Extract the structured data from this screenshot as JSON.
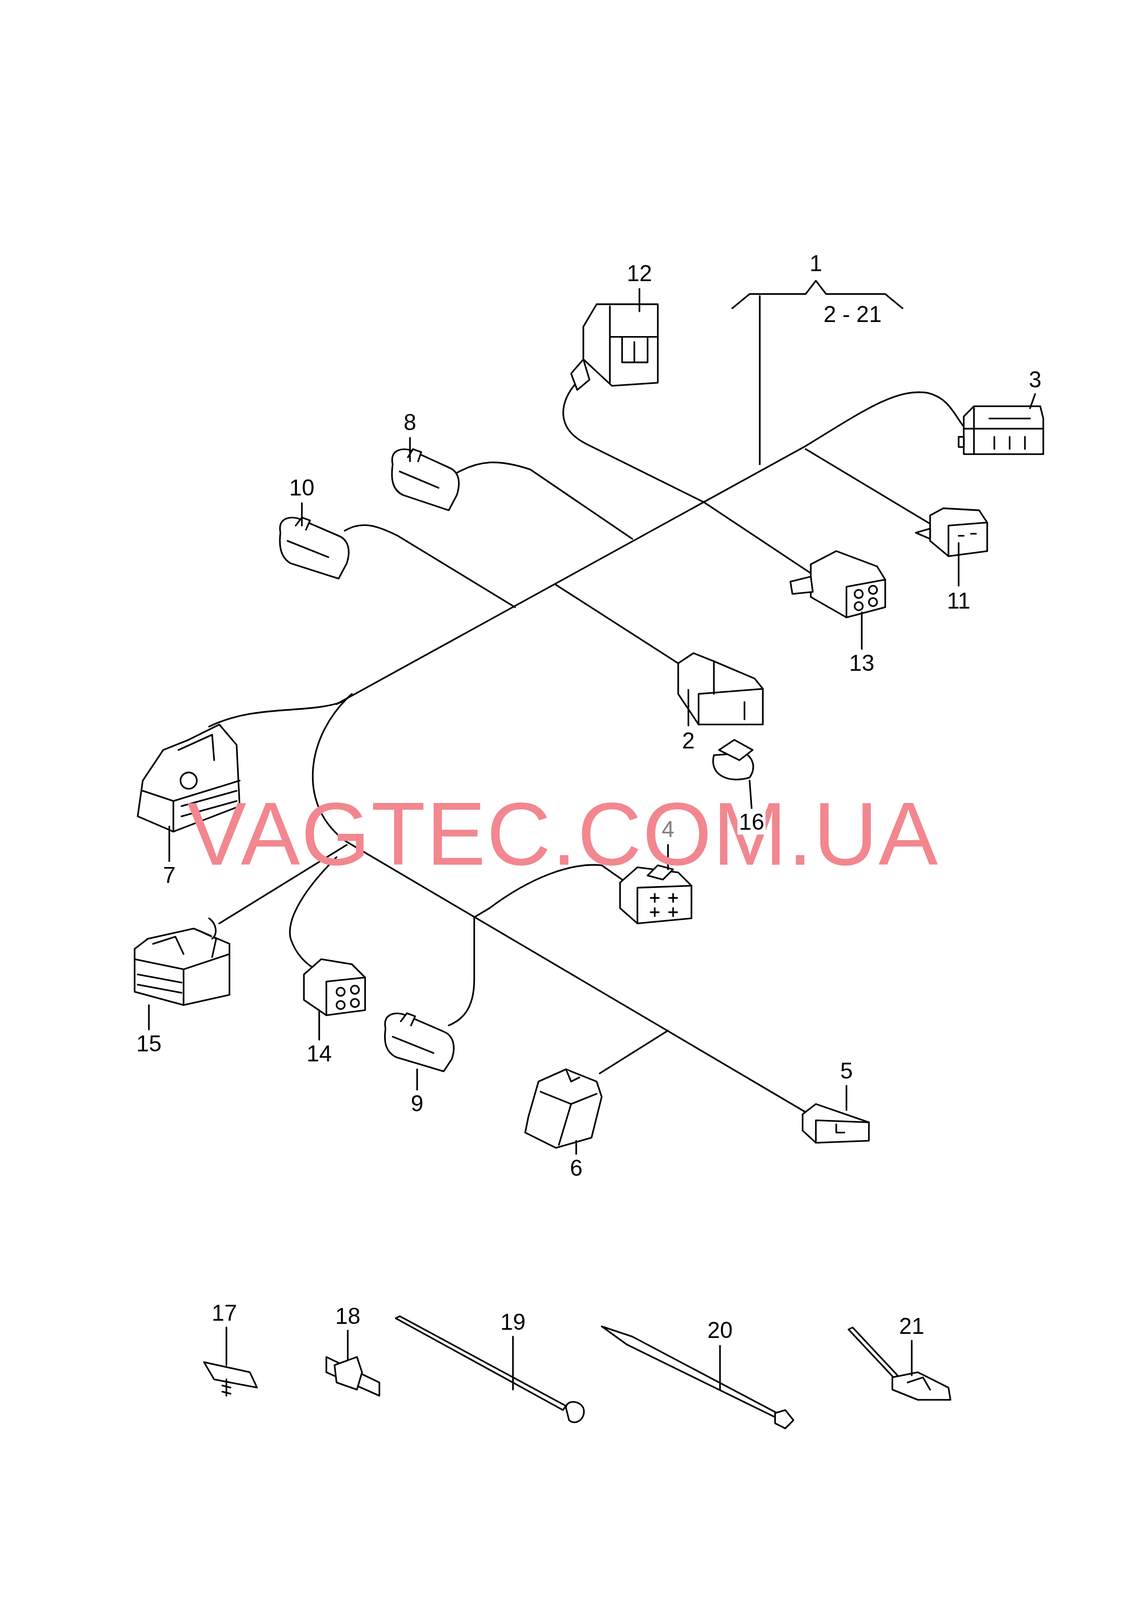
{
  "diagram": {
    "labels": [
      "12",
      "1",
      "2 - 21",
      "3",
      "8",
      "10",
      "11",
      "13",
      "2",
      "16",
      "7",
      "4",
      "15",
      "14",
      "9",
      "6",
      "5",
      "17",
      "18",
      "19",
      "20",
      "21",
      "VAGTEC.COM.UA"
    ]
  }
}
